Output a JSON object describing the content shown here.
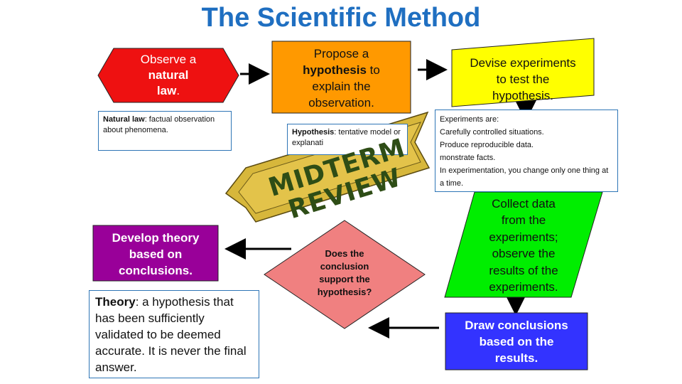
{
  "title": "The Scientific Method",
  "colors": {
    "title": "#1f6fc1",
    "observe": "#ee1111",
    "hypothesis": "#ff9900",
    "experiments": "#ffff00",
    "collect": "#00ee00",
    "conclusions": "#3333ff",
    "decision": "#f08080",
    "theory": "#990099",
    "banner": "#d7b73b",
    "banner_text": "#2e4d16"
  },
  "steps": {
    "observe": {
      "pre": "Observe a",
      "bold": "natural",
      "bold2": "law",
      "post": "."
    },
    "hypothesis": {
      "l1": "Propose a",
      "bold": "hypothesis",
      "post": " to",
      "l3": "explain the",
      "l4": "observation."
    },
    "experiments": {
      "l1": "Devise experiments",
      "l2": "to test the",
      "l3": "hypothesis."
    },
    "collect": {
      "l1": "Collect data",
      "l2": "from the",
      "l3": "experiments;",
      "l4": "observe the",
      "l5": "results of the",
      "l6": "experiments."
    },
    "conclusions": {
      "l1": "Draw conclusions",
      "l2": "based on the",
      "l3": "results."
    },
    "decision": {
      "l1": "Does the",
      "l2": "conclusion",
      "l3": "support the",
      "l4": "hypothesis?"
    },
    "theory": {
      "l1": "Develop theory",
      "l2": "based on",
      "l3": "conclusions."
    }
  },
  "notes": {
    "natural_law": {
      "term": "Natural law",
      "def": ": factual observation about phenomena."
    },
    "hypothesis": {
      "term": "Hypothesis",
      "def": ": tentative model or explanati"
    },
    "experiments": {
      "items": [
        "Experiments are:",
        "Carefully controlled situations.",
        "Produce reproducible data.",
        "monstrate facts.",
        "In experimentation, you change only one thing at a time."
      ]
    },
    "theory": {
      "term": "Theory",
      "def": ": a hypothesis that has been sufficiently validated to be deemed accurate.  It is never the final answer."
    }
  },
  "banner": {
    "line1": "MIDTERM",
    "line2": "REVIEW"
  }
}
